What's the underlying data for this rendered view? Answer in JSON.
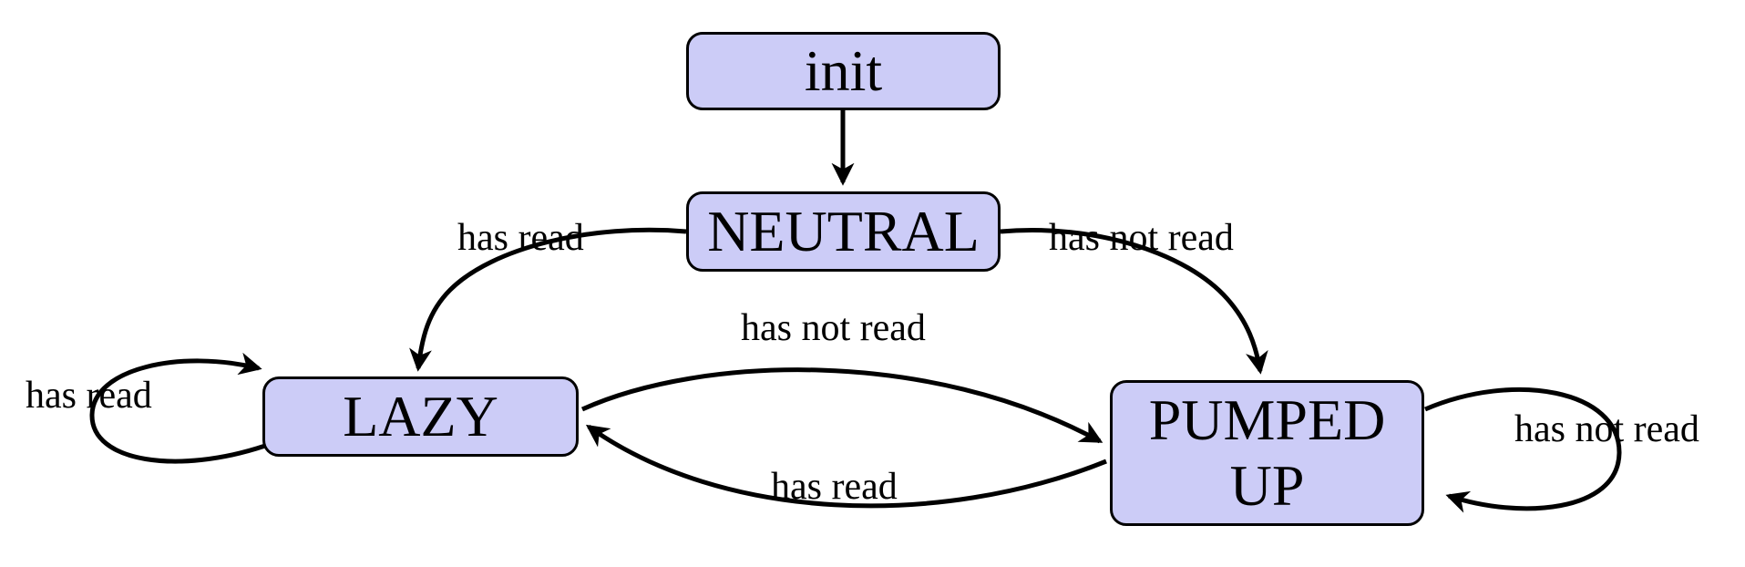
{
  "diagram": {
    "type": "state-machine",
    "nodes": [
      {
        "id": "init",
        "label": "init"
      },
      {
        "id": "neutral",
        "label": "NEUTRAL"
      },
      {
        "id": "lazy",
        "label": "LAZY"
      },
      {
        "id": "pumped-up",
        "label": "PUMPED UP",
        "line1": "PUMPED",
        "line2": "UP"
      }
    ],
    "edges": [
      {
        "from": "init",
        "to": "neutral",
        "label": ""
      },
      {
        "from": "neutral",
        "to": "lazy",
        "label": "has read"
      },
      {
        "from": "neutral",
        "to": "pumped-up",
        "label": "has not read"
      },
      {
        "from": "lazy",
        "to": "pumped-up",
        "label": "has not read"
      },
      {
        "from": "pumped-up",
        "to": "lazy",
        "label": "has read"
      },
      {
        "from": "lazy",
        "to": "lazy",
        "label": "has read"
      },
      {
        "from": "pumped-up",
        "to": "pumped-up",
        "label": "has not read"
      }
    ]
  },
  "colors": {
    "background": "#ffffff",
    "node_fill": "#ccccf7",
    "node_border": "#000000",
    "edge_stroke": "#000000",
    "label_text": "#000000"
  }
}
